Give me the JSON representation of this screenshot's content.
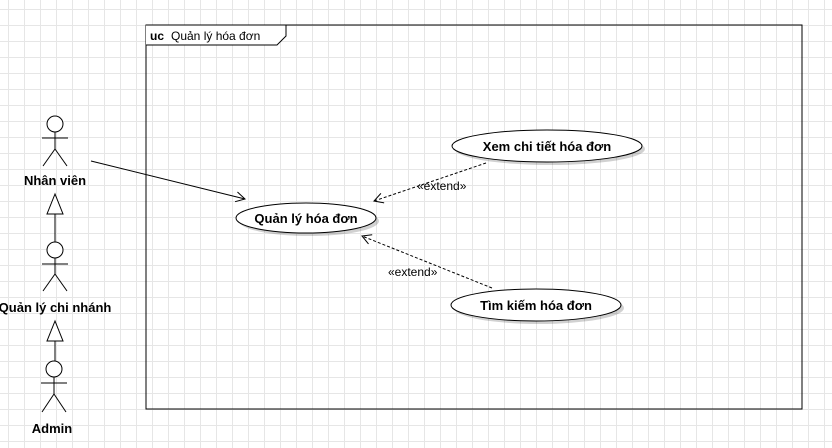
{
  "diagram": {
    "frame": {
      "keyword": "uc",
      "name": "Quản lý hóa đơn"
    },
    "actors": [
      {
        "id": "nhan-vien",
        "label": "Nhân viên"
      },
      {
        "id": "quan-ly-chi-nhanh",
        "label": "Quản lý chi nhánh"
      },
      {
        "id": "admin",
        "label": "Admin"
      }
    ],
    "use_cases": [
      {
        "id": "quan-ly-hoa-don",
        "label": "Quản lý hóa đơn"
      },
      {
        "id": "xem-chi-tiet-hoa-don",
        "label": "Xem chi tiết hóa đơn"
      },
      {
        "id": "tim-kiem-hoa-don",
        "label": "Tìm kiếm hóa đơn"
      }
    ],
    "relations": [
      {
        "type": "association",
        "from": "nhan-vien",
        "to": "quan-ly-hoa-don"
      },
      {
        "type": "extend",
        "from": "xem-chi-tiet-hoa-don",
        "to": "quan-ly-hoa-don",
        "label": "«extend»"
      },
      {
        "type": "extend",
        "from": "tim-kiem-hoa-don",
        "to": "quan-ly-hoa-don",
        "label": "«extend»"
      },
      {
        "type": "generalization",
        "from": "quan-ly-chi-nhanh",
        "to": "nhan-vien"
      },
      {
        "type": "generalization",
        "from": "admin",
        "to": "quan-ly-chi-nhanh"
      }
    ]
  }
}
